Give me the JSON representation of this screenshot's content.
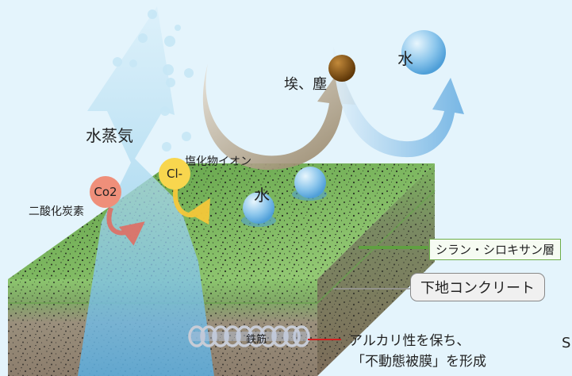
{
  "labels": {
    "water_vapor": "水蒸気",
    "chloride_ion": "塩化物イオン",
    "chloride_symbol": "Cl-",
    "co2_symbol": "Co2",
    "carbon_dioxide": "二酸化炭素",
    "dust": "埃、塵",
    "water_top": "水",
    "water_surface": "水",
    "rebar": "鉄筋",
    "silane_layer": "シラン・シロキサン層",
    "base_concrete": "下地コンクリート",
    "alkaline_note_line1": "アルカリ性を保ち、",
    "alkaline_note_line2": "「不動態被膜」を形成",
    "edge_letter": "S"
  },
  "colors": {
    "background": "#e4f4fc",
    "silane_green": "#8cc66e",
    "concrete_brown": "#8d7f6f",
    "vapor_blue": "#a9d8ef",
    "water_drop": "#6fb4e4",
    "co2_red": "#ef8f7a",
    "chloride_yellow": "#f8d64e",
    "dust_brown": "#7a4a0e",
    "rebar_pointer": "#d12020"
  }
}
